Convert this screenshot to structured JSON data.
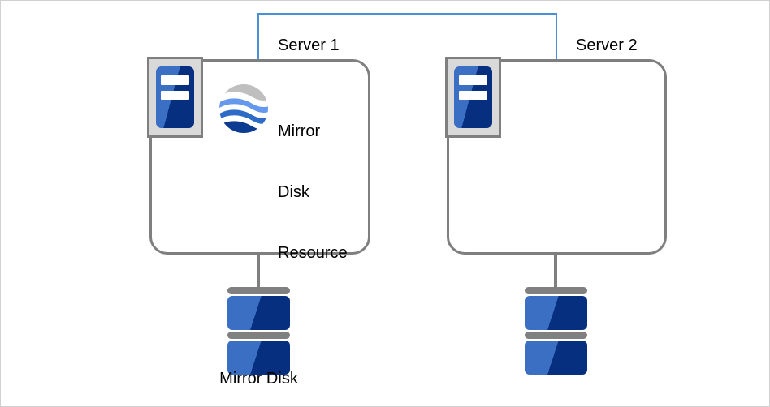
{
  "diagram": {
    "title": "Mirror Disk Resource two-server configuration",
    "interconnect": {
      "name": "interconnect-link",
      "color": "#4a90d9"
    },
    "servers": [
      {
        "id": "server-1",
        "label": "Server 1",
        "icon": "server-tower-icon",
        "resource": {
          "icon": "globe-icon",
          "line1": "Mirror",
          "line2": "Disk",
          "line3": "Resource"
        }
      },
      {
        "id": "server-2",
        "label": "Server 2",
        "icon": "server-tower-icon",
        "resource": null
      }
    ],
    "disks": [
      {
        "id": "disk-1",
        "icon": "disk-stack-icon",
        "label": "Mirror Disk"
      },
      {
        "id": "disk-2",
        "icon": "disk-stack-icon",
        "label": ""
      }
    ],
    "colors": {
      "box_border": "#7f7f7f",
      "interconnect": "#4a90d9",
      "disk_light_blue": "#3a6fc4",
      "disk_dark_blue": "#06307f",
      "disk_bar_gray": "#808080",
      "icon_frame_gray": "#d9d9d9",
      "globe_gray": "#bfbfbf",
      "globe_light": "#6699ee",
      "globe_mid": "#2e6bc6",
      "globe_dark": "#0b3c91",
      "text": "#000000"
    }
  }
}
